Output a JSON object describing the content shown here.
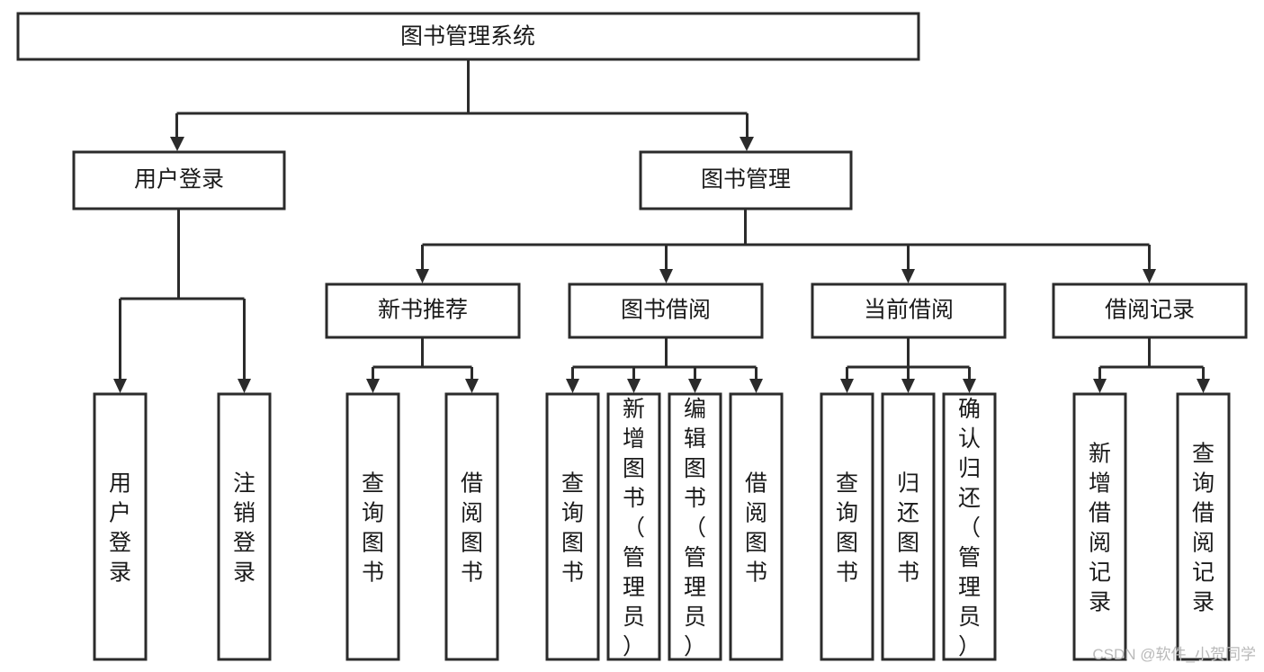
{
  "diagram": {
    "type": "tree-hierarchy-chart",
    "orientation": "top-down",
    "root_label": "图书管理系统",
    "levels": [
      {
        "level": 1,
        "nodes": [
          {
            "id": "root",
            "label": "图书管理系统",
            "orientation": "horizontal"
          }
        ]
      },
      {
        "level": 2,
        "nodes": [
          {
            "id": "login",
            "label": "用户登录",
            "orientation": "horizontal",
            "parent": "root"
          },
          {
            "id": "bookmgmt",
            "label": "图书管理",
            "orientation": "horizontal",
            "parent": "root"
          }
        ]
      },
      {
        "level": 3,
        "nodes": [
          {
            "id": "newbook",
            "label": "新书推荐",
            "orientation": "horizontal",
            "parent": "bookmgmt"
          },
          {
            "id": "borrow",
            "label": "图书借阅",
            "orientation": "horizontal",
            "parent": "bookmgmt"
          },
          {
            "id": "current",
            "label": "当前借阅",
            "orientation": "horizontal",
            "parent": "bookmgmt"
          },
          {
            "id": "records",
            "label": "借阅记录",
            "orientation": "horizontal",
            "parent": "bookmgmt"
          }
        ]
      },
      {
        "level": 4,
        "nodes": [
          {
            "id": "leaf-1",
            "label": "用户登录",
            "orientation": "vertical",
            "parent": "login"
          },
          {
            "id": "leaf-2",
            "label": "注销登录",
            "orientation": "vertical",
            "parent": "login"
          },
          {
            "id": "leaf-3",
            "label": "查询图书",
            "orientation": "vertical",
            "parent": "newbook"
          },
          {
            "id": "leaf-4",
            "label": "借阅图书",
            "orientation": "vertical",
            "parent": "newbook"
          },
          {
            "id": "leaf-5",
            "label": "查询图书",
            "orientation": "vertical",
            "parent": "borrow"
          },
          {
            "id": "leaf-6",
            "label": "新增图书（管理员）",
            "orientation": "vertical",
            "parent": "borrow"
          },
          {
            "id": "leaf-7",
            "label": "编辑图书（管理员）",
            "orientation": "vertical",
            "parent": "borrow"
          },
          {
            "id": "leaf-8",
            "label": "借阅图书",
            "orientation": "vertical",
            "parent": "borrow"
          },
          {
            "id": "leaf-9",
            "label": "查询图书",
            "orientation": "vertical",
            "parent": "current"
          },
          {
            "id": "leaf-10",
            "label": "归还图书",
            "orientation": "vertical",
            "parent": "current"
          },
          {
            "id": "leaf-11",
            "label": "确认归还（管理员）",
            "orientation": "vertical",
            "parent": "current"
          },
          {
            "id": "leaf-12",
            "label": "新增借阅记录",
            "orientation": "vertical",
            "parent": "records"
          },
          {
            "id": "leaf-13",
            "label": "查询借阅记录",
            "orientation": "vertical",
            "parent": "records"
          }
        ]
      }
    ]
  },
  "nodes": {
    "root": "图书管理系统",
    "login": "用户登录",
    "bookmgmt": "图书管理",
    "newbook": "新书推荐",
    "borrow": "图书借阅",
    "current": "当前借阅",
    "records": "借阅记录",
    "leaf_1": "用户登录",
    "leaf_2": "注销登录",
    "leaf_3": "查询图书",
    "leaf_4": "借阅图书",
    "leaf_5": "查询图书",
    "leaf_6": "新增图书（管理员）",
    "leaf_7": "编辑图书（管理员）",
    "leaf_8": "借阅图书",
    "leaf_9": "查询图书",
    "leaf_10": "归还图书",
    "leaf_11": "确认归还（管理员）",
    "leaf_12": "新增借阅记录",
    "leaf_13": "查询借阅记录"
  },
  "watermark": {
    "text": "CSDN @软件_小贺同学"
  },
  "colors": {
    "background": "#ffffff",
    "box_fill": "#ffffff",
    "box_stroke": "#2b2b2b",
    "text": "#1a1a1a",
    "connector": "#2b2b2b",
    "watermark": "#b9b9b9"
  }
}
